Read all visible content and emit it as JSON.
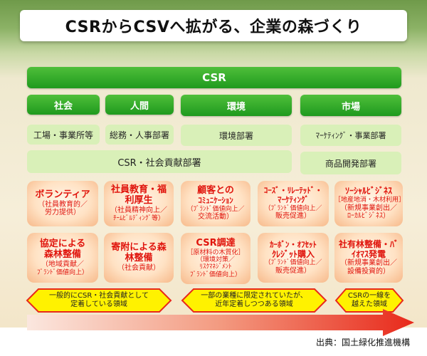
{
  "title": "CSRからCSVへ拡がる、企業の森づくり",
  "csr": "CSR",
  "categories": [
    "社会",
    "人間",
    "環境",
    "市場"
  ],
  "departments": {
    "factory": "工場・事業所等",
    "hr": "総務・人事部署",
    "env": "環境部署",
    "marketing": "ﾏｰｹﾃｨﾝｸﾞ・事業部署",
    "csr_social": "CSR・社会貢献部署",
    "product": "商品開発部署"
  },
  "activities_row1": [
    {
      "head": "ボランティア",
      "sub": [
        "（社員教育的／",
        "労力提供）"
      ]
    },
    {
      "head": "社員教育・福利厚生",
      "sub": [
        "（社員精神向上／",
        "ﾁｰﾑﾋﾞﾙﾃﾞｨﾝｸﾞ等）"
      ]
    },
    {
      "head": "顧客との",
      "head2": "ｺﾐｭﾆｹｰｼｮﾝ",
      "sub": [
        "（ﾌﾞﾗﾝﾄﾞ価値向上／",
        "交流活動）"
      ]
    },
    {
      "head": "ｺｰｽﾞ・ﾘﾚｰﾃｯﾄﾞ・ﾏｰｹﾃｨﾝｸﾞ",
      "sub": [
        "（ﾌﾞﾗﾝﾄﾞ価値向上／",
        "販売促進）"
      ]
    },
    {
      "head": "ｿｰｼｬﾙﾋﾞｼﾞﾈｽ",
      "sub": [
        "［地産地消・木材利用］",
        "（新規事業創出／",
        "ﾛｰｶﾙﾋﾞｼﾞﾈｽ）"
      ]
    }
  ],
  "activities_row2": [
    {
      "head": "協定による森林整備",
      "sub": [
        "（地域貢献／",
        "ﾌﾞﾗﾝﾄﾞ価値向上）"
      ]
    },
    {
      "head": "寄附による森林整備",
      "sub": [
        "（社会貢献）"
      ]
    },
    {
      "head": "CSR調達",
      "sub": [
        "［原材料の木質化］",
        "（環境対策／",
        "ﾘｽｸﾏﾈｼﾞﾒﾝﾄ",
        "ﾌﾞﾗﾝﾄﾞ価値向上）"
      ]
    },
    {
      "head": "ｶｰﾎﾞﾝ・ｵﾌｾｯﾄ",
      "head2": "ｸﾚｼﾞｯﾄ購入",
      "sub": [
        "（ﾌﾞﾗﾝﾄﾞ価値向上／",
        "販売促進）"
      ]
    },
    {
      "head": "社有林整備・ﾊﾞｲｵﾏｽ発電",
      "sub": [
        "（新規事業創出／",
        "設備投資的）"
      ]
    }
  ],
  "arrows": [
    {
      "lines": [
        "一般的にCSR・社会貢献として",
        "定着している領域"
      ]
    },
    {
      "lines": [
        "一部の業種に限定されていたが、",
        "近年定着しつつある領域"
      ]
    },
    {
      "lines": [
        "CSRの一線を",
        "越えた領域"
      ]
    }
  ],
  "source": "出典：国土緑化推進機構",
  "colors": {
    "green": "#1f9a1e",
    "light_green": "#d9f0b8",
    "red": "#e0140c",
    "arrow_yellow": "#fff200",
    "arrow_red": "#e8291b"
  }
}
